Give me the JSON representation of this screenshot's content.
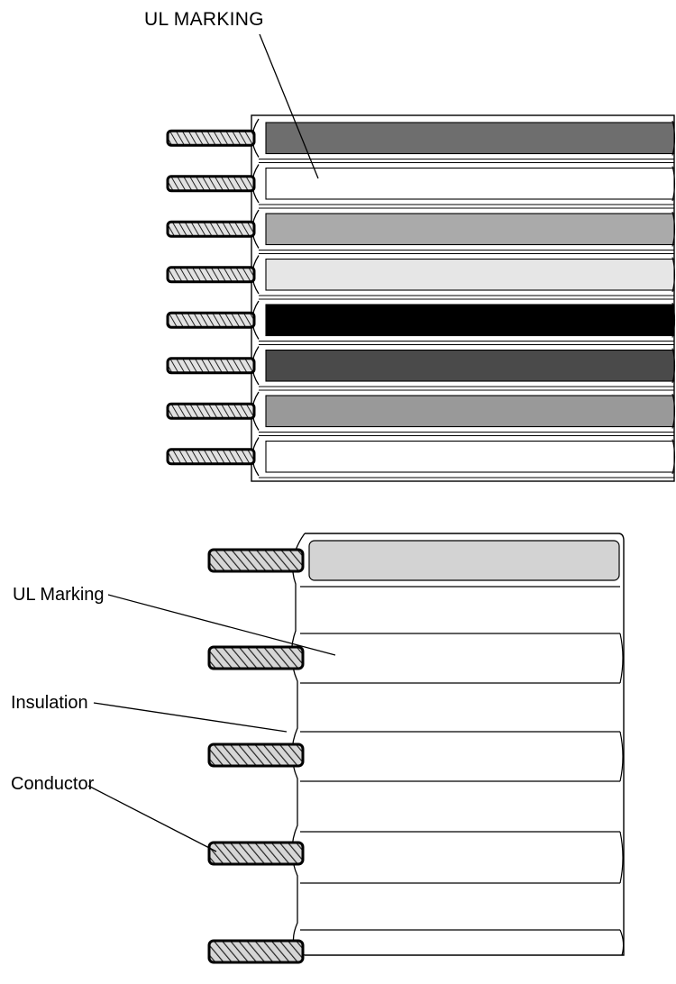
{
  "top_figure": {
    "callout": "UL MARKING",
    "stripe_colors": [
      "#6e6e6e",
      "#ffffff",
      "#aaaaaa",
      "#e6e6e6",
      "#000000",
      "#4a4a4a",
      "#999999",
      "#ffffff"
    ]
  },
  "bottom_figure": {
    "callouts": {
      "ul_marking": "UL Marking",
      "insulation": "Insulation",
      "conductor": "Conductor"
    },
    "first_conductor_color": "#d3d3d3"
  }
}
